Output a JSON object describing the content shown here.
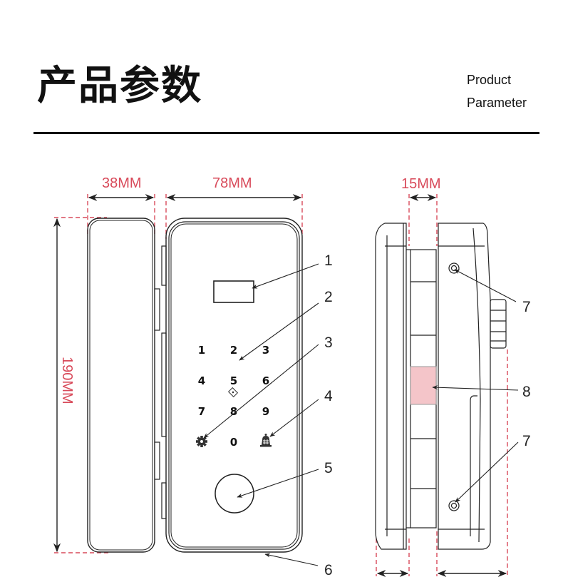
{
  "header": {
    "title": "产品参数",
    "subtitle_line1": "Product",
    "subtitle_line2": "Parameter"
  },
  "dimensions": {
    "width_left": "38MM",
    "width_right": "78MM",
    "height": "190MM",
    "glass_gap": "15MM"
  },
  "keypad": {
    "keys": [
      "1",
      "2",
      "3",
      "4",
      "5",
      "6",
      "7",
      "8",
      "9",
      "0"
    ],
    "settings_icon": "gear-icon",
    "bell_icon": "bell-icon",
    "card_icon": "card-icon"
  },
  "callouts": [
    "1",
    "2",
    "3",
    "4",
    "5",
    "6",
    "7",
    "8",
    "7"
  ],
  "colors": {
    "dimension": "#d84a5a",
    "line": "#222222",
    "sensor_highlight": "#f4c5c9"
  }
}
